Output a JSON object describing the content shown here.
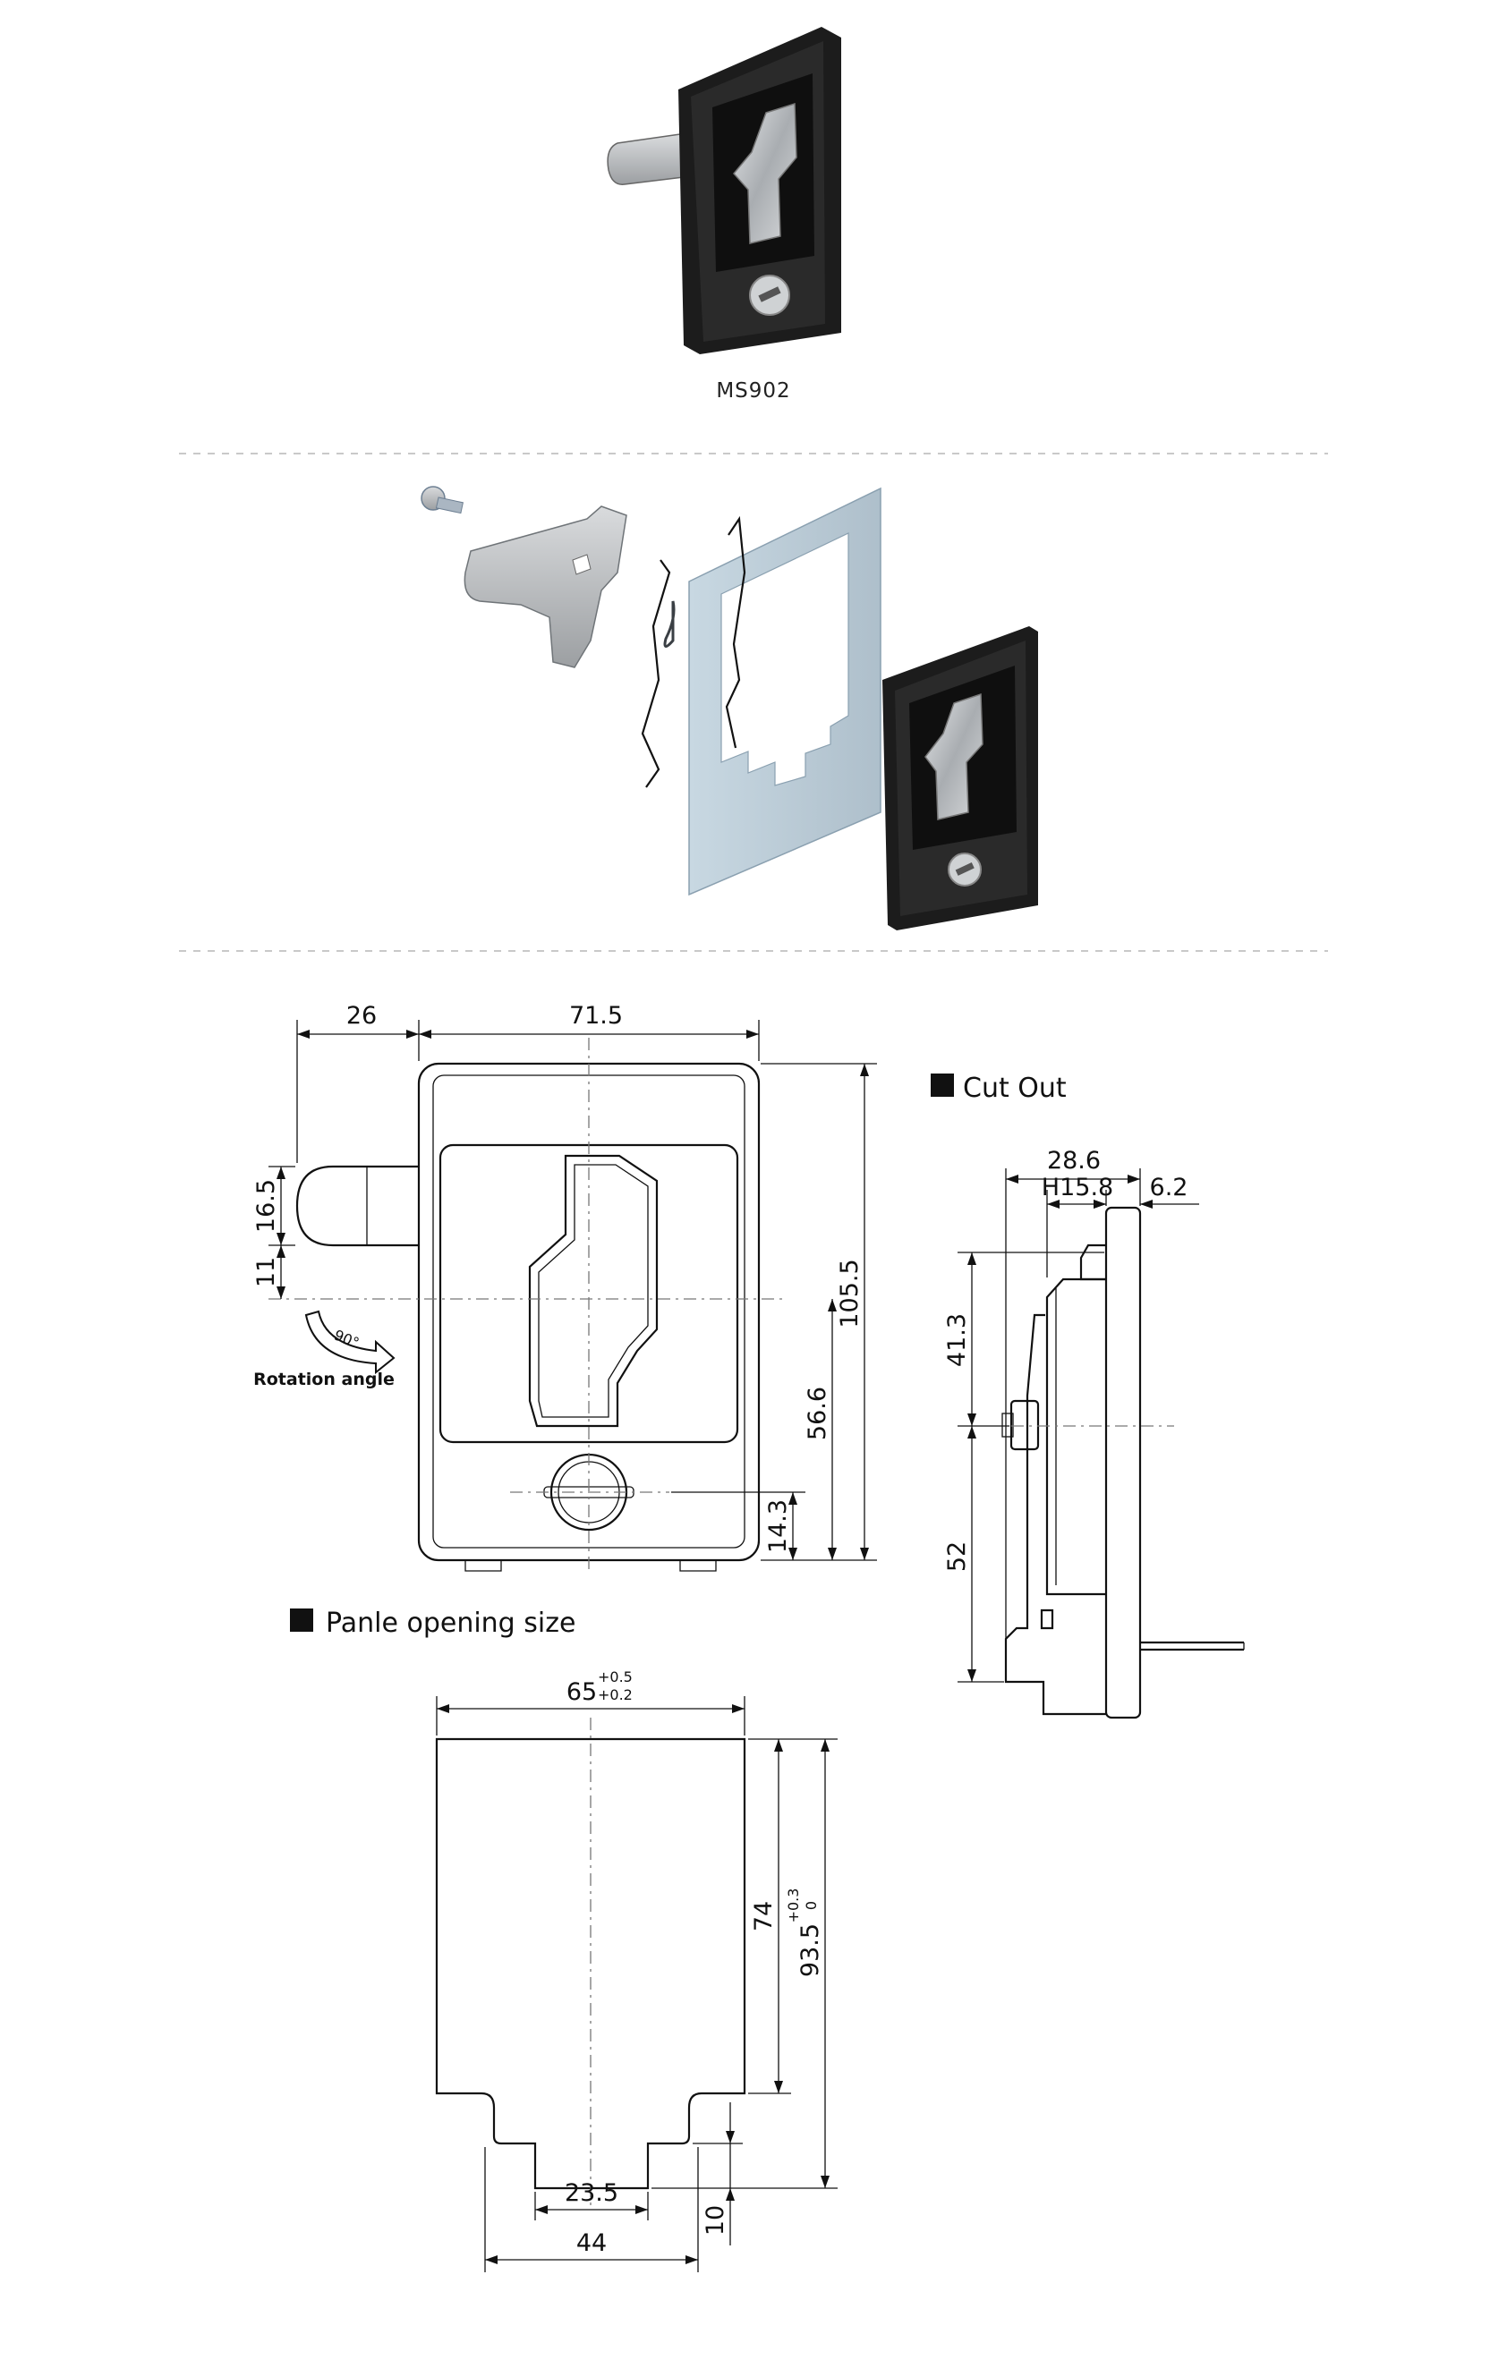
{
  "product": {
    "model_label": "MS902"
  },
  "front_view": {
    "dims": {
      "bolt_extension": "26",
      "overall_width": "71.5",
      "bolt_height": "16.5",
      "bolt_offset": "11",
      "overall_height": "105.5",
      "center_to_bottom": "56.6",
      "key_to_bottom": "14.3"
    },
    "rotation": {
      "angle_label": "90°",
      "caption": "Rotation angle"
    }
  },
  "cut_out_view": {
    "heading": "Cut Out",
    "dims": {
      "overall_depth": "28.6",
      "body_depth": "H15.8",
      "flange": "6.2",
      "upper_height": "41.3",
      "lower_height": "52"
    }
  },
  "panel_opening": {
    "heading": "Panle opening size",
    "dims": {
      "width": "65",
      "width_tol_upper": "+0.5",
      "width_tol_lower": "+0.2",
      "upper_height": "74",
      "total_height": "93.5",
      "height_tol_upper": "+0.3",
      "height_tol_lower": "0",
      "notch_width": "23.5",
      "step_width": "44",
      "notch_depth": "10"
    }
  },
  "colors": {
    "lock_body": "#222222",
    "handle_metal": "#b9bcbf",
    "panel_plate": "#bcd0dc",
    "separator": "#c9c9c9"
  }
}
